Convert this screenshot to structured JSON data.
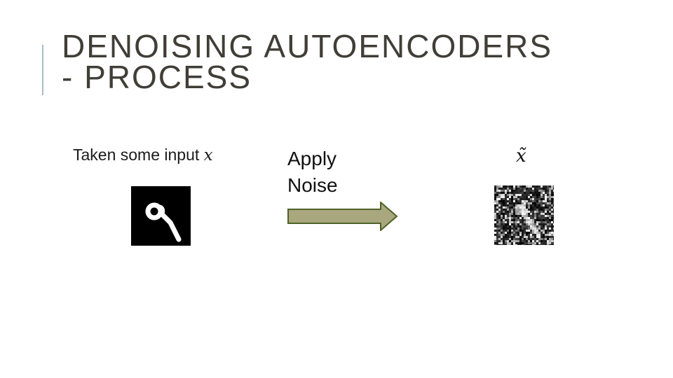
{
  "slide": {
    "title_line1": "DENOISING AUTOENCODERS",
    "title_line2": "- PROCESS"
  },
  "input": {
    "label_text": "Taken some input ",
    "label_var": "x",
    "image_icon": "handwritten-digit-9"
  },
  "step": {
    "line1": "Apply",
    "line2": "Noise",
    "arrow_icon": "right-arrow",
    "arrow_fill": "#a9a77e",
    "arrow_stroke": "#4f6228"
  },
  "output": {
    "label": "x̃",
    "image_icon": "noisy-digit-image"
  },
  "colors": {
    "title": "#403e37",
    "accent_bar": "#a9bcc6"
  }
}
